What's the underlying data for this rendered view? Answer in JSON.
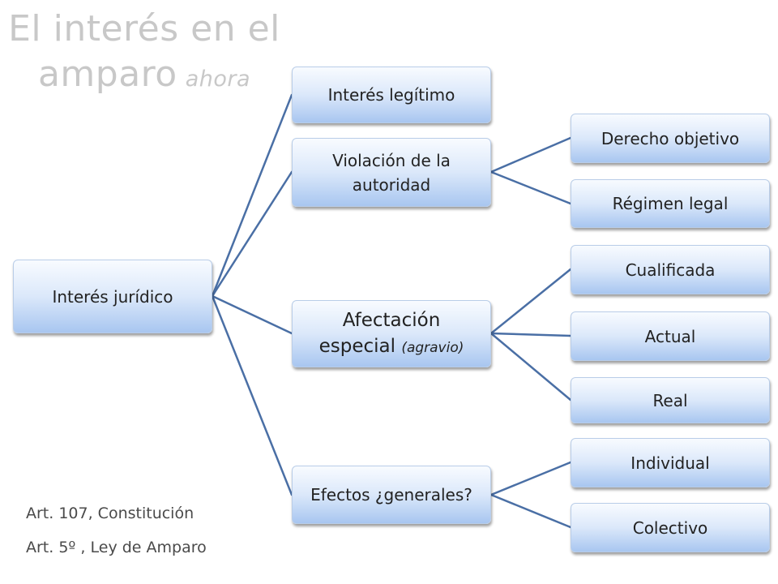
{
  "title": {
    "line1": "El interés en el",
    "line2": "amparo",
    "line2_suffix": "ahora"
  },
  "diagram": {
    "root": "Interés jurídico",
    "branches": {
      "legitimo": "Interés legítimo",
      "violacion": "Violación de la autoridad",
      "afectacion": {
        "main": "Afectación especial",
        "note": "(agravio)"
      },
      "efectos": "Efectos ¿generales?"
    },
    "leaves": {
      "derecho_objetivo": "Derecho objetivo",
      "regimen_legal": "Régimen legal",
      "cualificada": "Cualificada",
      "actual": "Actual",
      "real": "Real",
      "individual": "Individual",
      "colectivo": "Colectivo"
    }
  },
  "references": [
    "Art. 107, Constitución",
    "Art. 5º , Ley de Amparo"
  ],
  "colors": {
    "connector": "#4a6fa5",
    "title": "#c8c8c8",
    "node_top": "#f8fbff",
    "node_bottom": "#a8c6f0"
  }
}
